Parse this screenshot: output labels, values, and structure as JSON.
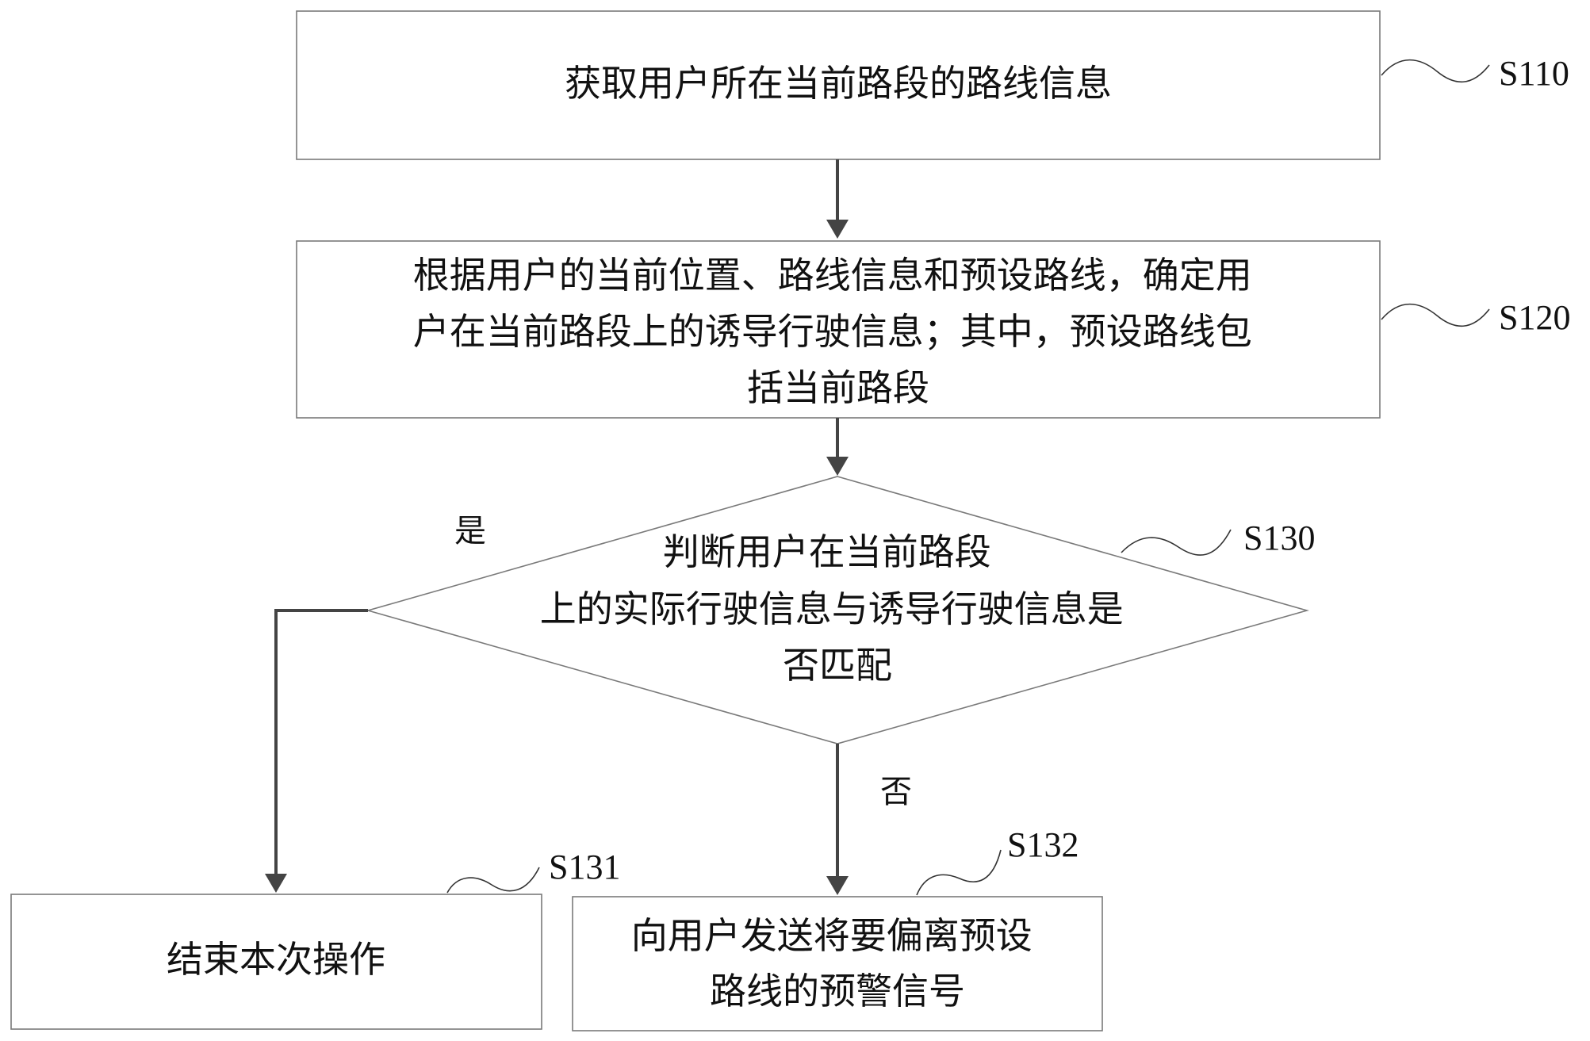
{
  "nodes": {
    "s110": {
      "step": "S110",
      "lines": [
        "获取用户所在当前路段的路线信息"
      ]
    },
    "s120": {
      "step": "S120",
      "lines": [
        "根据用户的当前位置、路线信息和预设路线，确定用",
        "户在当前路段上的诱导行驶信息；其中，预设路线包",
        "括当前路段"
      ]
    },
    "s130": {
      "step": "S130",
      "lines": [
        "判断用户在当前路段",
        "上的实际行驶信息与诱导行驶信息是",
        "否匹配"
      ]
    },
    "s131": {
      "step": "S131",
      "lines": [
        "结束本次操作"
      ]
    },
    "s132": {
      "step": "S132",
      "lines": [
        "向用户发送将要偏离预设",
        "路线的预警信号"
      ]
    }
  },
  "branches": {
    "yes": "是",
    "no": "否"
  },
  "colors": {
    "box_border": "#7a7a7a",
    "connector": "#444444",
    "text": "#111111",
    "background": "#ffffff"
  }
}
